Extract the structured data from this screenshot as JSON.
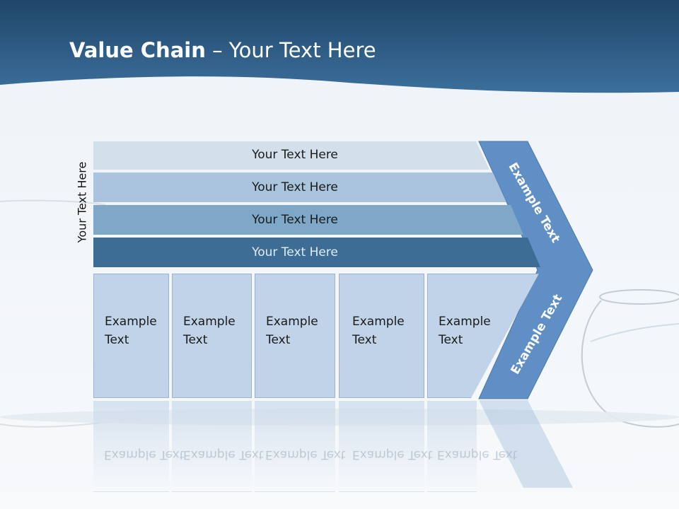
{
  "header": {
    "title_bold": "Value Chain",
    "title_rest": " – Your Text Here",
    "band_color": "#2e5e8a"
  },
  "diagram": {
    "side_label": "Your Text Here",
    "rows": [
      {
        "label": "Your Text Here",
        "color": "#d3e0ec"
      },
      {
        "label": "Your Text Here",
        "color": "#a9c4dc"
      },
      {
        "label": "Your Text Here",
        "color": "#7ea7c8"
      },
      {
        "label": "Your Text Here",
        "color": "#3d6d95"
      }
    ],
    "boxes": [
      {
        "label": "Example Text"
      },
      {
        "label": "Example Text"
      },
      {
        "label": "Example Text"
      },
      {
        "label": "Example Text"
      },
      {
        "label": "Example Text"
      }
    ],
    "chevron": {
      "top_label": "Example Text",
      "bottom_label": "Example Text",
      "color": "#5f8fc4"
    }
  }
}
